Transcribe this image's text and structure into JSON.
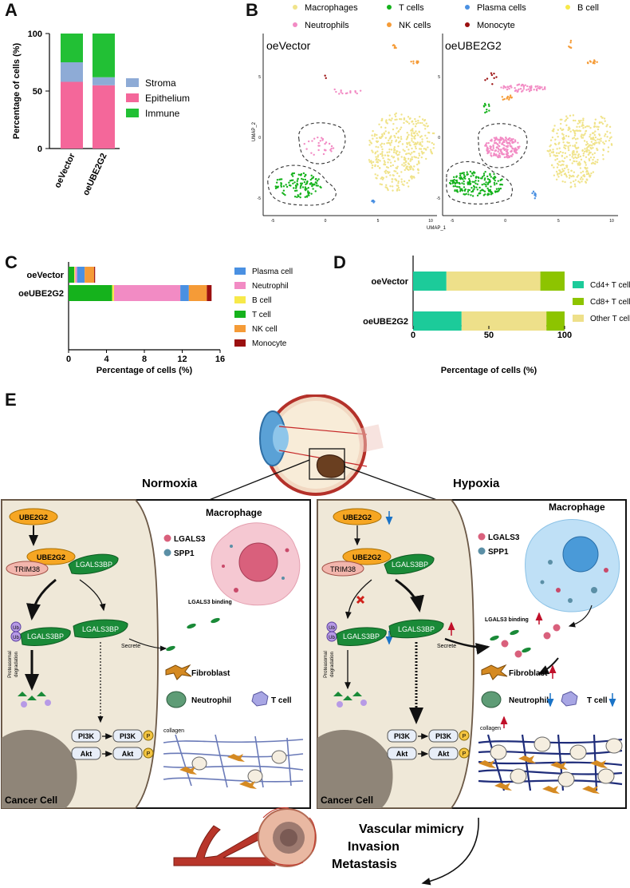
{
  "panels": {
    "A": "A",
    "B": "B",
    "C": "C",
    "D": "D",
    "E": "E"
  },
  "colors": {
    "stroma": "#8EABD6",
    "epithelium": "#F4679A",
    "immune": "#22C035",
    "macrophages": "#F0E38A",
    "tcells": "#15B21C",
    "plasma": "#4A90E2",
    "bcell": "#F7E94A",
    "neutrophils": "#F28BC4",
    "nk": "#F59B37",
    "monocyte": "#9B1010",
    "cd4": "#1CCB9A",
    "cd8": "#8DC400",
    "other_t": "#EEE08A"
  },
  "panel_a": {
    "chart_data": {
      "type": "bar",
      "stacked": true,
      "categories": [
        "oeVector",
        "oeUBE2G2"
      ],
      "series": [
        {
          "name": "Epithelium",
          "values": [
            58,
            55
          ]
        },
        {
          "name": "Stroma",
          "values": [
            17,
            7
          ]
        },
        {
          "name": "Immune",
          "values": [
            25,
            38
          ]
        }
      ],
      "ylabel": "Percentage of cells (%)",
      "ylim": [
        0,
        100
      ],
      "yticks": [
        "0",
        "50",
        "100"
      ],
      "legend": [
        "Stroma",
        "Epithelium",
        "Immune"
      ]
    }
  },
  "panel_b": {
    "legend": [
      {
        "label": "Macrophages",
        "key": "macrophages"
      },
      {
        "label": "T cells",
        "key": "tcells"
      },
      {
        "label": "Plasma cells",
        "key": "plasma"
      },
      {
        "label": "B cell",
        "key": "bcell"
      },
      {
        "label": "Neutrophils",
        "key": "neutrophils"
      },
      {
        "label": "NK cells",
        "key": "nk"
      },
      {
        "label": "Monocyte",
        "key": "monocyte"
      }
    ],
    "plots": [
      {
        "title": "oeVector"
      },
      {
        "title": "oeUBE2G2"
      }
    ],
    "xlabel": "UMAP_1",
    "ylabel": "UMAP_2",
    "xticks": [
      "-5",
      "0",
      "5",
      "10"
    ],
    "yticks": [
      "5",
      "0",
      "-5"
    ]
  },
  "panel_c": {
    "chart_data": {
      "type": "bar",
      "orientation": "horizontal",
      "stacked": true,
      "categories": [
        "oeVector",
        "oeUBE2G2"
      ],
      "series": [
        {
          "name": "T cell",
          "values": [
            0.6,
            4.6
          ]
        },
        {
          "name": "B cell",
          "values": [
            0.1,
            0.2
          ]
        },
        {
          "name": "Neutrophil",
          "values": [
            0.2,
            7.0
          ]
        },
        {
          "name": "Plasma cell",
          "values": [
            0.8,
            0.9
          ]
        },
        {
          "name": "NK cell",
          "values": [
            1.0,
            1.9
          ]
        },
        {
          "name": "Monocyte",
          "values": [
            0.1,
            0.5
          ]
        }
      ],
      "xlabel": "Percentage of cells (%)",
      "xlim": [
        0,
        16
      ],
      "xticks": [
        "0",
        "4",
        "8",
        "12",
        "16"
      ],
      "legend": [
        "Plasma cell",
        "Neutrophil",
        "B cell",
        "T cell",
        "NK cell",
        "Monocyte"
      ]
    }
  },
  "panel_d": {
    "chart_data": {
      "type": "bar",
      "orientation": "horizontal",
      "stacked": true,
      "categories": [
        "oeVector",
        "oeUBE2G2"
      ],
      "series": [
        {
          "name": "Cd4+ T cells",
          "values": [
            22,
            32
          ]
        },
        {
          "name": "Other T cells",
          "values": [
            62,
            56
          ]
        },
        {
          "name": "Cd8+ T cells",
          "values": [
            16,
            12
          ]
        }
      ],
      "xlabel": "Percentage of cells (%)",
      "xlim": [
        0,
        100
      ],
      "xticks": [
        "0",
        "50",
        "100"
      ],
      "legend": [
        "Cd4+ T cells",
        "Cd8+ T cells",
        "Other T cells"
      ]
    }
  },
  "panel_e": {
    "normoxia": "Normoxia",
    "hypoxia": "Hypoxia",
    "ube2g2": "UBE2G2",
    "lgals3bp": "LGALS3BP",
    "trim38": "TRIM38",
    "ub": "Ub",
    "macrophage": "Macrophage",
    "lgals3": "LGALS3",
    "spp1": "SPP1",
    "lgals3_binding": "LGALS3 binding",
    "secrete": "Secrete",
    "fibroblast": "Fibroblast",
    "neutrophil": "Neutrophil",
    "tcell": "T cell",
    "proteasomal": "Proteasomal",
    "degradation": "degradation",
    "pi3k": "PI3K",
    "akt": "Akt",
    "p": "P",
    "collagen": "collagen",
    "cancer_cell": "Cancer Cell",
    "outcome_1": "Vascular mimicry",
    "outcome_2": "Invasion",
    "outcome_3": "Metastasis"
  }
}
